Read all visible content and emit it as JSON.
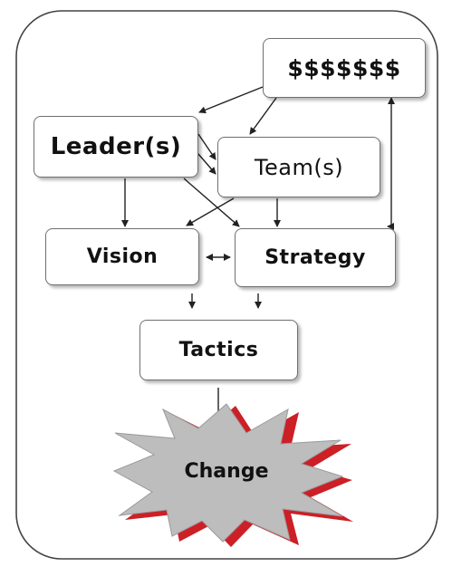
{
  "nodes": {
    "money": "$$$$$$$",
    "leaders": "Leader(s)",
    "teams": "Team(s)",
    "vision": "Vision",
    "strategy": "Strategy",
    "tactics": "Tactics",
    "change": "Change"
  },
  "colors": {
    "border": "#6f6f6f",
    "burst_fill": "#bdbdbd",
    "burst_edge": "#cc1f26"
  }
}
